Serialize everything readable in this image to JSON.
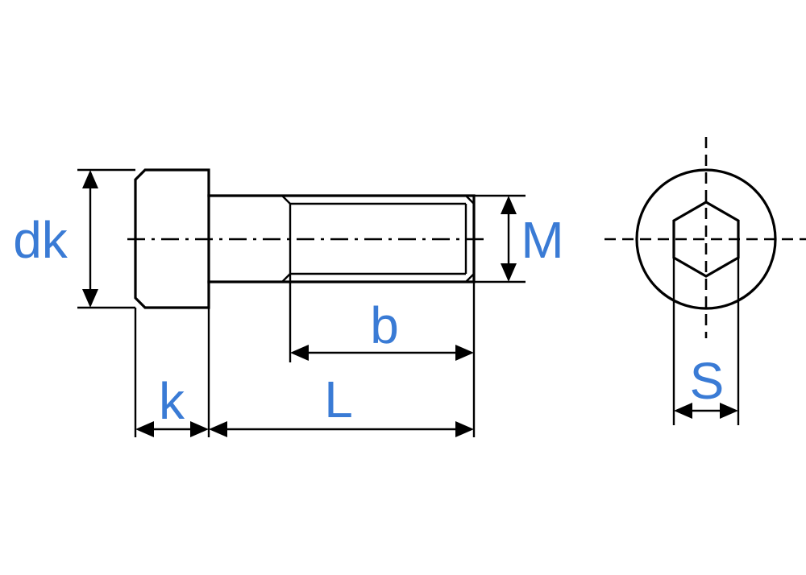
{
  "labels": {
    "dk": "dk",
    "k": "k",
    "b": "b",
    "L": "L",
    "M": "M",
    "S": "S"
  },
  "colors": {
    "label": "#3a7bd5",
    "line": "#000000",
    "background": "#ffffff"
  }
}
